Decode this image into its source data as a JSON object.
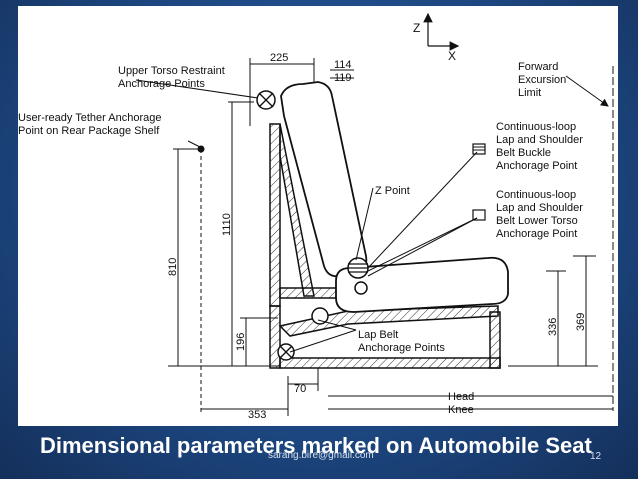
{
  "labels": {
    "upper_torso_line1": "Upper Torso Restraint",
    "upper_torso_line2": "Anchorage Points",
    "tether_line1": "User-ready Tether Anchorage",
    "tether_line2": "Point on Rear Package Shelf",
    "forward_line1": "Forward",
    "forward_line2": "Excursion",
    "forward_line3": "Limit",
    "buckle_line1": "Continuous-loop",
    "buckle_line2": "Lap and Shoulder",
    "buckle_line3": "Belt Buckle",
    "buckle_line4": "Anchorage Point",
    "torso_line1": "Continuous-loop",
    "torso_line2": "Lap and Shoulder",
    "torso_line3": "Belt Lower Torso",
    "torso_line4": "Anchorage Point",
    "z_point": "Z Point",
    "lap_belt_line1": "Lap Belt",
    "lap_belt_line2": "Anchorage Points",
    "head": "Head",
    "knee": "Knee",
    "axis_z": "Z",
    "axis_x": "X"
  },
  "dimensions": {
    "d225": "225",
    "d114": "114",
    "d119": "119",
    "d1110": "1110",
    "d810": "810",
    "d196": "196",
    "d70": "70",
    "d353": "353",
    "d336": "336",
    "d369": "369"
  },
  "footer": {
    "caption": "Dimensional parameters marked on Automobile Seat",
    "email": "sarang.bire@gmail.com",
    "slide_number": "12"
  },
  "colors": {
    "background": "#1d4a86",
    "panel": "#ffffff",
    "caption_text": "#ffffff"
  }
}
